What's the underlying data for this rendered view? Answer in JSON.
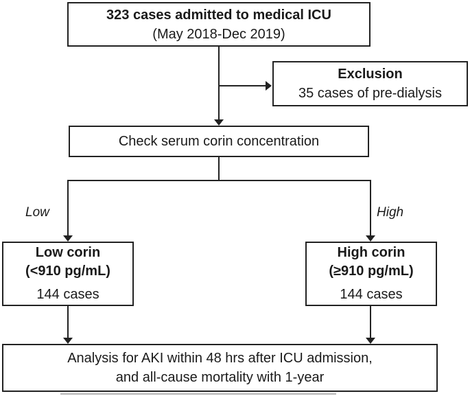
{
  "flowchart": {
    "top_box": {
      "line1": "323 cases admitted to medical ICU",
      "line2": "(May 2018-Dec 2019)"
    },
    "exclusion_box": {
      "title": "Exclusion",
      "detail": "35 cases of pre-dialysis"
    },
    "check_box": {
      "label": "Check serum corin concentration"
    },
    "branch_labels": {
      "left": "Low",
      "right": "High"
    },
    "low_box": {
      "line1": "Low corin",
      "line2": "(<910 pg/mL)",
      "line3": "144 cases"
    },
    "high_box": {
      "line1": "High corin",
      "line2": "(≥910 pg/mL)",
      "line3": "144 cases"
    },
    "analysis_box": {
      "line1": "Analysis for AKI within 48 hrs after ICU admission,",
      "line2": "and all-cause mortality with 1-year"
    },
    "colors": {
      "border": "#222222",
      "text": "#1a1a1a",
      "background": "#ffffff"
    }
  }
}
